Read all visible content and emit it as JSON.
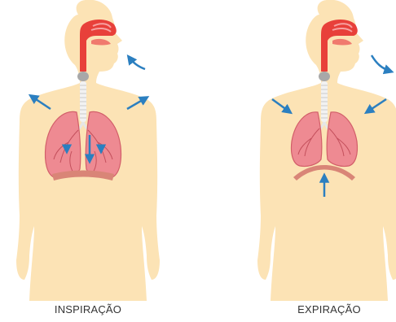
{
  "panels": [
    {
      "label": "INSPIRAÇÃO",
      "mode": "inhale",
      "diaphragm": "flat"
    },
    {
      "label": "EXPIRAÇÃO",
      "mode": "exhale",
      "diaphragm": "domed"
    }
  ],
  "colors": {
    "body": "#FCE3B5",
    "lung": "#EE8A92",
    "lung_stroke": "#D25E69",
    "airway": "#E8403A",
    "trachea": "#F2F2F2",
    "larynx": "#A8A8A8",
    "diaphragm": "#D98577",
    "arrow": "#2B7FC0"
  }
}
